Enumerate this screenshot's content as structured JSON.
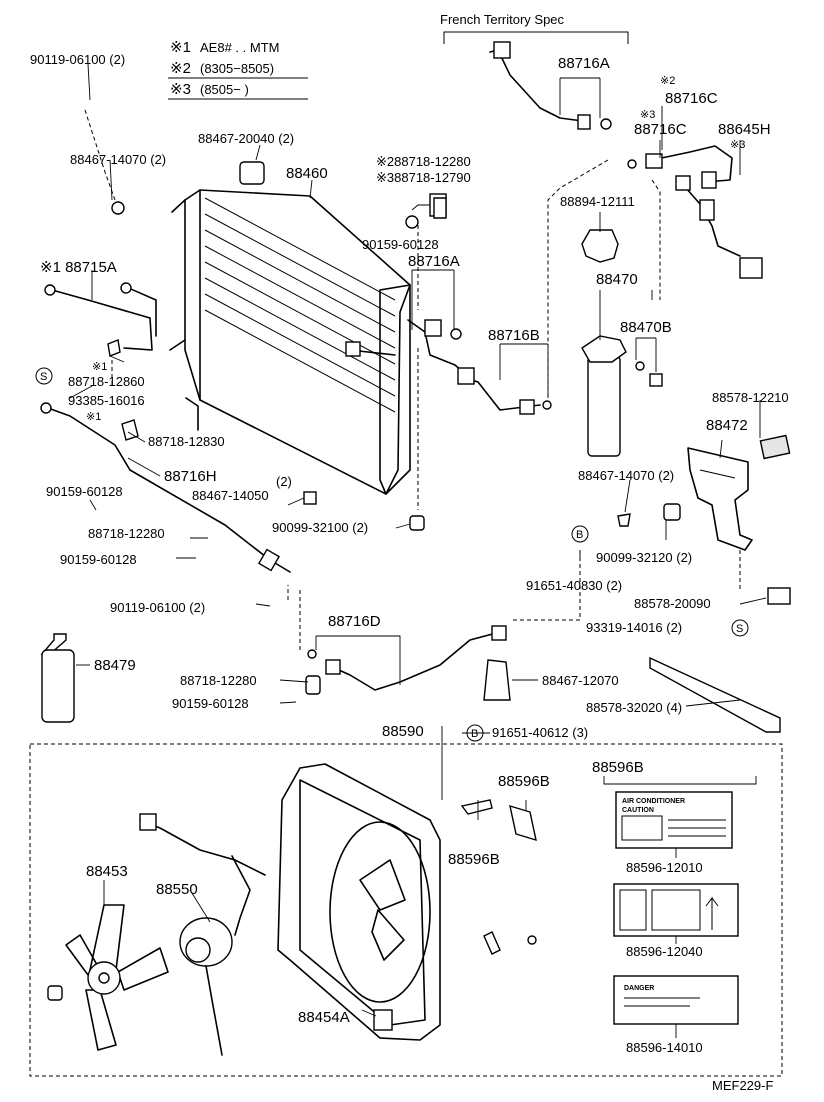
{
  "header": {
    "french_spec": "French Territory Spec",
    "legend": [
      {
        "mark": "※1",
        "text": "AE8# . . MTM"
      },
      {
        "mark": "※2",
        "text": "(8305−8505)"
      },
      {
        "mark": "※3",
        "text": "(8505−        )"
      }
    ]
  },
  "labels": {
    "l_90119_06100_a": "90119-06100 (2)",
    "l_88467_14070_a": "88467-14070 (2)",
    "l_88467_20040": "88467-20040 (2)",
    "l_88460": "88460",
    "l_88718_12280_s2": "※288718-12280",
    "l_88718_12790_s3": "※388718-12790",
    "l_90159_60128_a": "90159-60128",
    "l_88716A_top": "88716A",
    "l_88716C_s2_mark": "※2",
    "l_88716C_a": "88716C",
    "l_s3_mark_a": "※3",
    "l_88716C_b": "88716C",
    "l_88645H": "88645H",
    "l_s3_mark_b": "※3",
    "l_88894_12111": "88894-12111",
    "l_88715A": "※1 88715A",
    "l_88716A_mid": "88716A",
    "l_88470": "88470",
    "l_88470B": "88470B",
    "l_88716B": "88716B",
    "l_s1_mark_a": "※1",
    "l_88718_12860": "88718-12860",
    "l_93385_16016": "93385-16016",
    "l_s1_mark_b": "※1",
    "l_88718_12830": "88718-12830",
    "l_88716H": "88716H",
    "l_90159_60128_b": "90159-60128",
    "l_88467_14050_n": "(2)",
    "l_88467_14050": "88467-14050",
    "l_88718_12280_b": "88718-12280",
    "l_90099_32100": "90099-32100 (2)",
    "l_90159_60128_c": "90159-60128",
    "l_88578_12210": "88578-12210",
    "l_88472": "88472",
    "l_88467_14070_b": "88467-14070 (2)",
    "l_90099_32120": "90099-32120 (2)",
    "l_91651_40830": "91651-40830 (2)",
    "l_90119_06100_b": "90119-06100 (2)",
    "l_88578_20090": "88578-20090",
    "l_93319_14016": "93319-14016 (2)",
    "l_88716D": "88716D",
    "l_88479": "88479",
    "l_88718_12280_c": "88718-12280",
    "l_88467_12070": "88467-12070",
    "l_90159_60128_d": "90159-60128",
    "l_88578_32020": "88578-32020 (4)",
    "l_88590": "88590",
    "l_91651_40612": "91651-40612 (3)",
    "l_88596B_a": "88596B",
    "l_88596B_b": "88596B",
    "l_88596B_c": "88596B",
    "l_88596_12010": "88596-12010",
    "l_88453": "88453",
    "l_88550": "88550",
    "l_88596_12040": "88596-12040",
    "l_88454A": "88454A",
    "l_88596_14010": "88596-14010",
    "l_footer": "MEF229-F"
  },
  "markers": {
    "s": "S",
    "b": "B"
  },
  "decals": {
    "ac_title": "AIR CONDITIONER",
    "ac_caution": "CAUTION",
    "danger": "DANGER"
  }
}
